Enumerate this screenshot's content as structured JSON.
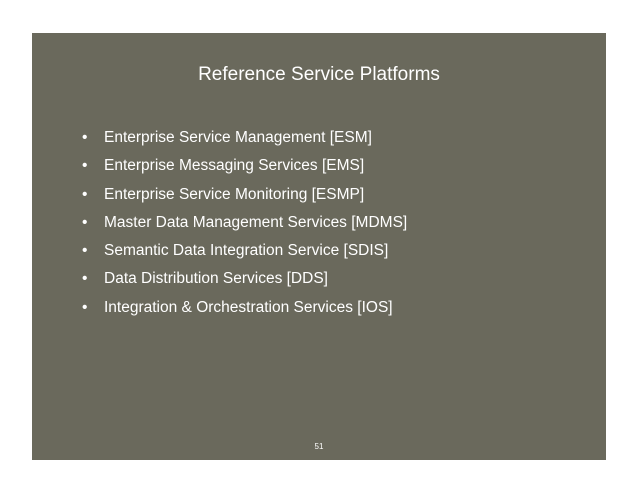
{
  "slide": {
    "title": "Reference Service Platforms",
    "bullets": [
      "Enterprise Service Management [ESM]",
      "Enterprise Messaging Services [EMS]",
      "Enterprise Service Monitoring [ESMP]",
      "Master Data Management Services [MDMS]",
      "Semantic Data Integration Service [SDIS]",
      "Data Distribution Services [DDS]",
      "Integration & Orchestration Services [IOS]"
    ],
    "bullet_glyph": "•",
    "page_number": "51",
    "background_color": "#6a695c",
    "text_color": "#ffffff"
  }
}
